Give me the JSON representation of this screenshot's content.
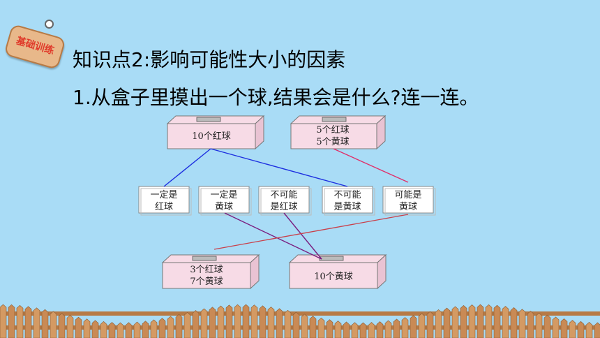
{
  "badge": {
    "text": "基础训练"
  },
  "heading": "知识点2:影响可能性大小的因素",
  "question": "1.从盒子里摸出一个球,结果会是什么?连一连。",
  "top_boxes": [
    {
      "lines": [
        "10个红球"
      ]
    },
    {
      "lines": [
        "5个红球",
        "5个黄球"
      ]
    }
  ],
  "options": [
    {
      "lines": [
        "一定是",
        "红球"
      ]
    },
    {
      "lines": [
        "一定是",
        "黄球"
      ]
    },
    {
      "lines": [
        "不可能",
        "是红球"
      ]
    },
    {
      "lines": [
        "不可能",
        "是黄球"
      ]
    },
    {
      "lines": [
        "可能是",
        "黄球"
      ]
    }
  ],
  "bottom_boxes": [
    {
      "lines": [
        "3个红球",
        "7个黄球"
      ]
    },
    {
      "lines": [
        "10个黄球"
      ]
    }
  ],
  "colors": {
    "background": "#a9dcf6",
    "box_fill": "#f7dbe6",
    "line_blue": "#1d2fe0",
    "line_pink": "#e0306a",
    "line_purple": "#7a1f80",
    "line_red": "#c9404a",
    "fence": "#c98a55"
  }
}
